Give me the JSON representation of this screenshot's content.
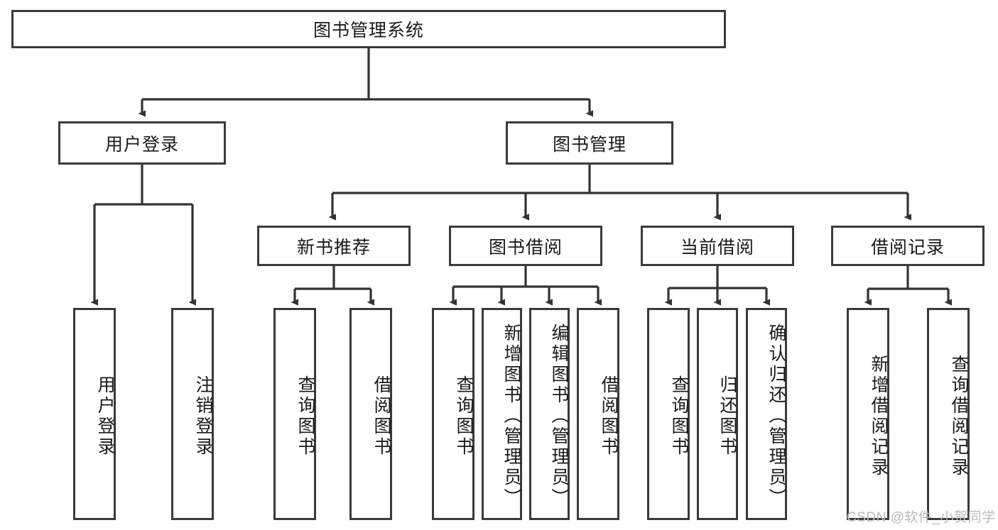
{
  "diagram": {
    "type": "tree-hierarchy",
    "title": "图书管理系统",
    "watermark": "CSDN @软件_小贺同学",
    "colors": {
      "box_border": "#3a3a3a",
      "box_fill": "#ffffff",
      "edge": "#333333",
      "text": "#1a1a1a",
      "watermark": "#b9b9b9",
      "background": "#ffffff"
    },
    "nodes": {
      "root": {
        "label": "图书管理系统"
      },
      "level2": [
        {
          "id": "user-login",
          "label": "用户登录"
        },
        {
          "id": "book-management",
          "label": "图书管理"
        }
      ],
      "level3": [
        {
          "id": "new-book-recommend",
          "label": "新书推荐"
        },
        {
          "id": "book-borrow",
          "label": "图书借阅"
        },
        {
          "id": "current-borrow",
          "label": "当前借阅"
        },
        {
          "id": "borrow-record",
          "label": "借阅记录"
        }
      ],
      "leaves": {
        "user_login": [
          {
            "id": "leaf-user-login",
            "label": "用户登录"
          },
          {
            "id": "leaf-logout",
            "label": "注销登录"
          }
        ],
        "new_book_recommend": [
          {
            "id": "leaf-query-book-1",
            "label": "查询图书"
          },
          {
            "id": "leaf-borrow-book-1",
            "label": "借阅图书"
          }
        ],
        "book_borrow": [
          {
            "id": "leaf-query-book-2",
            "label": "查询图书"
          },
          {
            "id": "leaf-add-book",
            "label": "新增图书（管理员）"
          },
          {
            "id": "leaf-edit-book",
            "label": "编辑图书（管理员）"
          },
          {
            "id": "leaf-borrow-book-2",
            "label": "借阅图书"
          }
        ],
        "current_borrow": [
          {
            "id": "leaf-query-book-3",
            "label": "查询图书"
          },
          {
            "id": "leaf-return-book",
            "label": "归还图书"
          },
          {
            "id": "leaf-confirm-return",
            "label": "确认归还（管理员）"
          }
        ],
        "borrow_record": [
          {
            "id": "leaf-add-record",
            "label": "新增借阅记录"
          },
          {
            "id": "leaf-query-record",
            "label": "查询借阅记录"
          }
        ]
      }
    }
  }
}
